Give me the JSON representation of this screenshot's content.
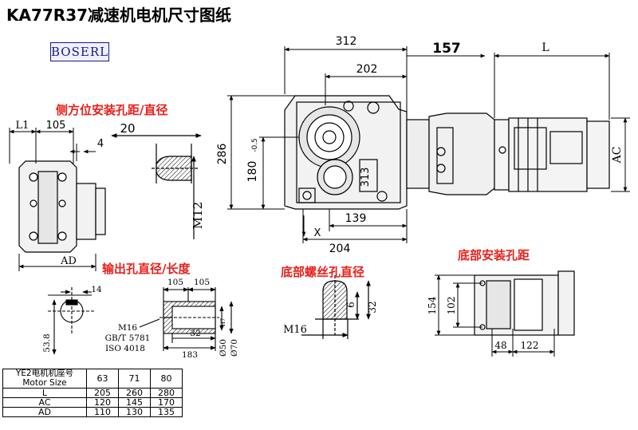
{
  "title": "KA77R37减速机电机尺寸图纸",
  "logo": "BOSERL",
  "section_labels": {
    "side_mount": "侧方位安装孔距/直径",
    "output_shaft": "输出孔直径/长度",
    "bottom_thread": "底部螺丝孔直径",
    "bottom_mount": "底部安装孔距"
  },
  "dimensions": {
    "d312": "312",
    "d157": "157",
    "L": "L",
    "d202": "202",
    "AC": "AC",
    "d286": "286",
    "d180": "180",
    "d180_tol": "-0.5",
    "d139": "139",
    "d204": "204",
    "X": "X",
    "L1": "L1",
    "d105_side": "105",
    "d4": "4",
    "d20": "20",
    "M12": "M12",
    "AD": "AD",
    "d14": "14",
    "d53_8": "53.8",
    "d105_a": "105",
    "d105_b": "105",
    "M16_shaft": "M16",
    "gb": "GB/T 5781",
    "iso": "ISO 4018",
    "d32_shaft": "32",
    "d183": "183",
    "phi50": "Ø50",
    "phi50_tol": "H7",
    "phi70": "Ø70",
    "d6": "6",
    "d32_bolt": "32",
    "M16_bolt": "M16",
    "d154": "154",
    "d102": "102",
    "d48": "48",
    "d122": "122",
    "d313": "313"
  },
  "spec_table": {
    "header_label": "YE2电机机座号\nMotor Size",
    "sizes": [
      "63",
      "71",
      "80"
    ],
    "rows": [
      {
        "label": "L",
        "values": [
          "205",
          "260",
          "280"
        ]
      },
      {
        "label": "AC",
        "values": [
          "120",
          "145",
          "170"
        ]
      },
      {
        "label": "AD",
        "values": [
          "110",
          "130",
          "135"
        ]
      }
    ]
  },
  "colors": {
    "accent_red": "#e8201c",
    "line": "#000000",
    "logo_blue": "#1a1a7a"
  }
}
